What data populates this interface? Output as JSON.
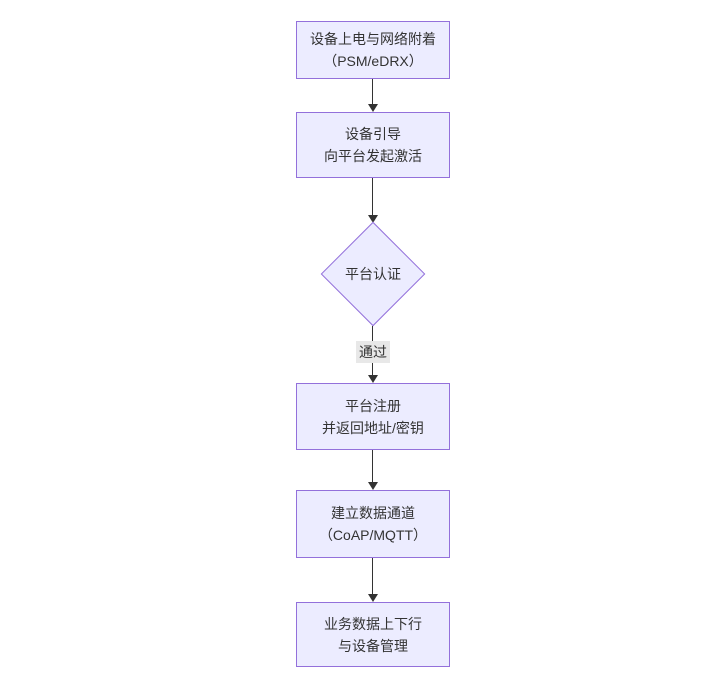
{
  "diagram": {
    "type": "flowchart-top-down",
    "colors": {
      "background": "#ffffff",
      "node_fill": "#ECECFF",
      "node_border": "#9370DB",
      "text": "#333333",
      "edge": "#333333",
      "edge_label_bg": "#e8e8e8"
    },
    "nodes": [
      {
        "id": "power-attach",
        "shape": "rect",
        "label": "设备上电与网络附着\n（PSM/eDRX）"
      },
      {
        "id": "bootstrap",
        "shape": "rect",
        "label": "设备引导\n向平台发起激活"
      },
      {
        "id": "auth",
        "shape": "diamond",
        "label": "平台认证"
      },
      {
        "id": "register",
        "shape": "rect",
        "label": "平台注册\n并返回地址/密钥"
      },
      {
        "id": "data-channel",
        "shape": "rect",
        "label": "建立数据通道\n（CoAP/MQTT）"
      },
      {
        "id": "business",
        "shape": "rect",
        "label": "业务数据上下行\n与设备管理"
      }
    ],
    "edges": [
      {
        "from": "power-attach",
        "to": "bootstrap",
        "label": ""
      },
      {
        "from": "bootstrap",
        "to": "auth",
        "label": ""
      },
      {
        "from": "auth",
        "to": "register",
        "label": "通过"
      },
      {
        "from": "register",
        "to": "data-channel",
        "label": ""
      },
      {
        "from": "data-channel",
        "to": "business",
        "label": ""
      }
    ]
  }
}
